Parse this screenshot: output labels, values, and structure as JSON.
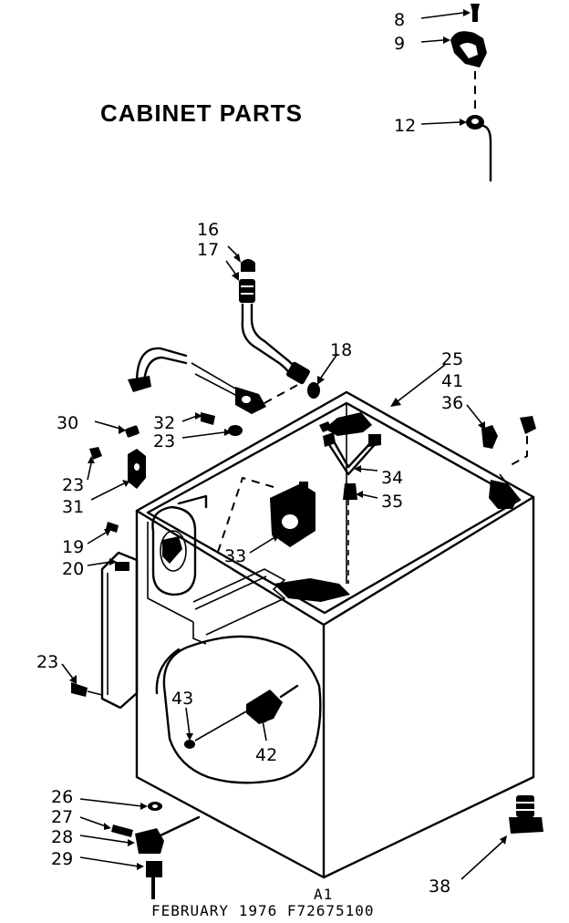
{
  "title": "CABINET PARTS",
  "footer": {
    "sheet": "A1",
    "date_model": "FEBRUARY 1976 F72675100"
  },
  "callouts": {
    "c8": "8",
    "c9": "9",
    "c12": "12",
    "c16": "16",
    "c17": "17",
    "c18": "18",
    "c25": "25",
    "c41": "41",
    "c36": "36",
    "c30": "30",
    "c32": "32",
    "c23a": "23",
    "c23b": "23",
    "c31": "31",
    "c34": "34",
    "c35": "35",
    "c19": "19",
    "c20": "20",
    "c33": "33",
    "c23c": "23",
    "c43": "43",
    "c42": "42",
    "c26": "26",
    "c27": "27",
    "c28": "28",
    "c29": "29",
    "c38": "38"
  }
}
